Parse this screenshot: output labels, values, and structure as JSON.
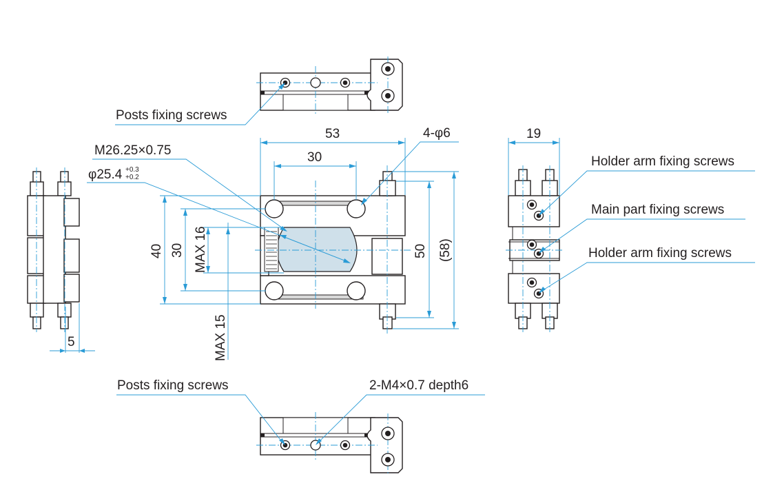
{
  "labels": {
    "posts_fixing_top": "Posts fixing screws",
    "posts_fixing_bottom": "Posts fixing screws",
    "m4_thread": "2-M4×0.7 depth6",
    "holder_arm_1": "Holder arm fixing screws",
    "main_part": "Main part fixing screws",
    "holder_arm_2": "Holder arm fixing screws",
    "thread_m26": "M26.25×0.75",
    "bore_diameter": "φ25.4",
    "bore_tol_upper": "+0.3",
    "bore_tol_lower": "+0.2",
    "holes": "4-φ6"
  },
  "dimensions": {
    "overall_width": "53",
    "hole_pitch": "30",
    "height_40": "40",
    "height_30": "30",
    "max_16": "MAX 16",
    "max_15": "MAX 15",
    "height_50": "50",
    "height_58": "(58)",
    "side_thickness": "5",
    "side_width": "19"
  },
  "colors": {
    "outline": "#231f20",
    "dimension": "#2a9bd6",
    "lens": "#cfe0ea"
  }
}
